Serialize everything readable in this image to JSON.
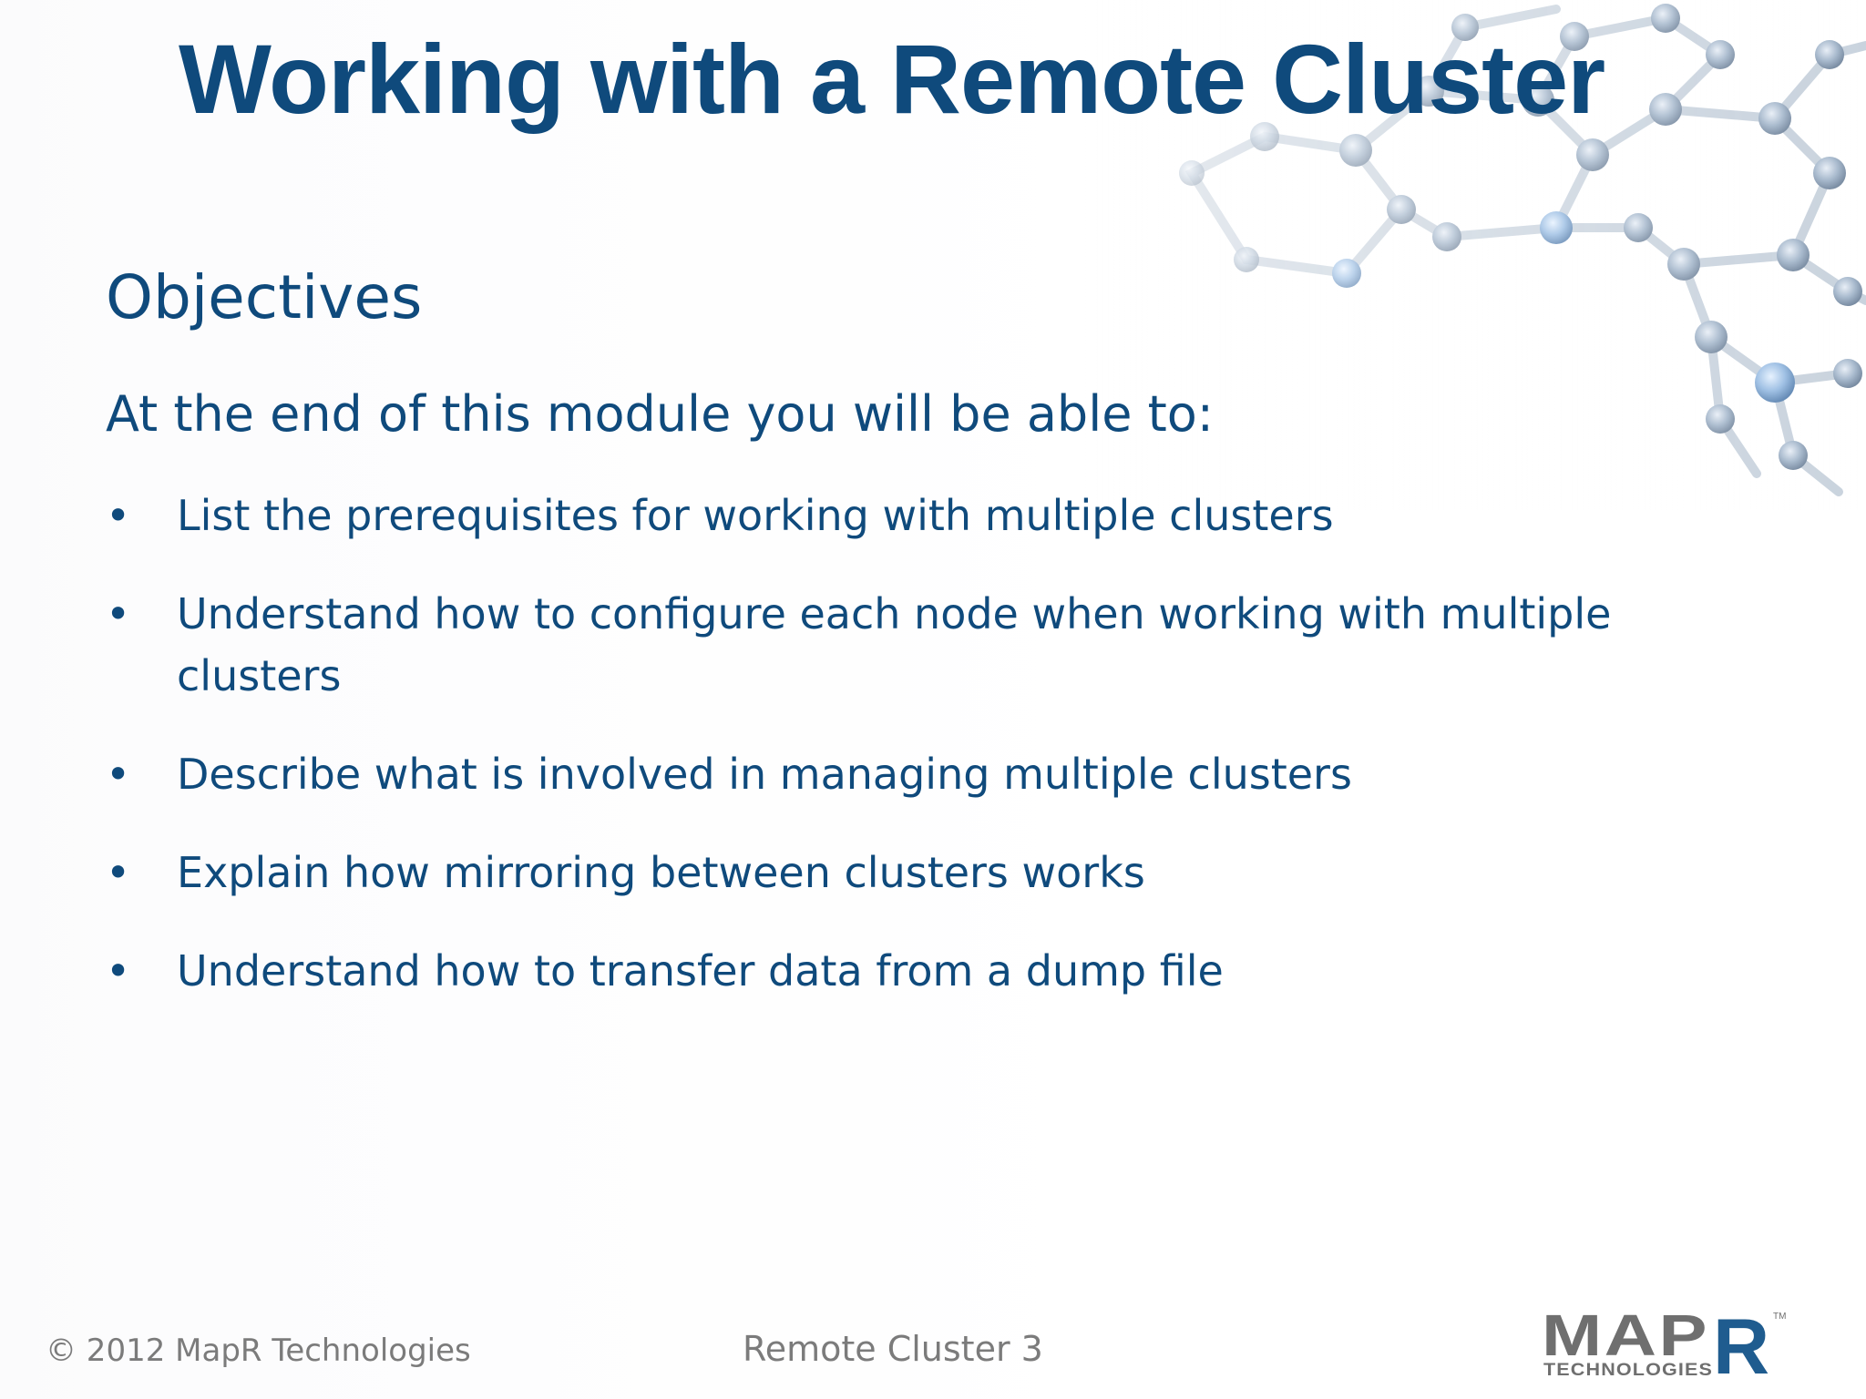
{
  "slide": {
    "title": "Working with a Remote Cluster",
    "subtitle": "Objectives",
    "lead": "At the end of this module you will be able to:",
    "bullets": [
      "List the prerequisites for working with multiple clusters",
      "Understand how to configure each node when working with multiple clusters",
      "Describe what is involved in managing multiple clusters",
      "Explain how mirroring between clusters works",
      "Understand how to transfer data from a dump file"
    ],
    "bullet_glyph": "•"
  },
  "footer": {
    "copyright": "© 2012 MapR Technologies",
    "page_label": "Remote Cluster 3"
  },
  "logo": {
    "brand": "MAPR",
    "tagline": "TECHNOLOGIES",
    "trademark": "TM"
  },
  "colors": {
    "text_primary": "#0f4a7c",
    "footer_text": "#7b7b7b",
    "logo_gray": "#6f6f6f",
    "logo_blue": "#1f5c8f"
  },
  "icons": {
    "background": "molecule-lattice-icon",
    "logo": "mapr-logo-icon"
  }
}
